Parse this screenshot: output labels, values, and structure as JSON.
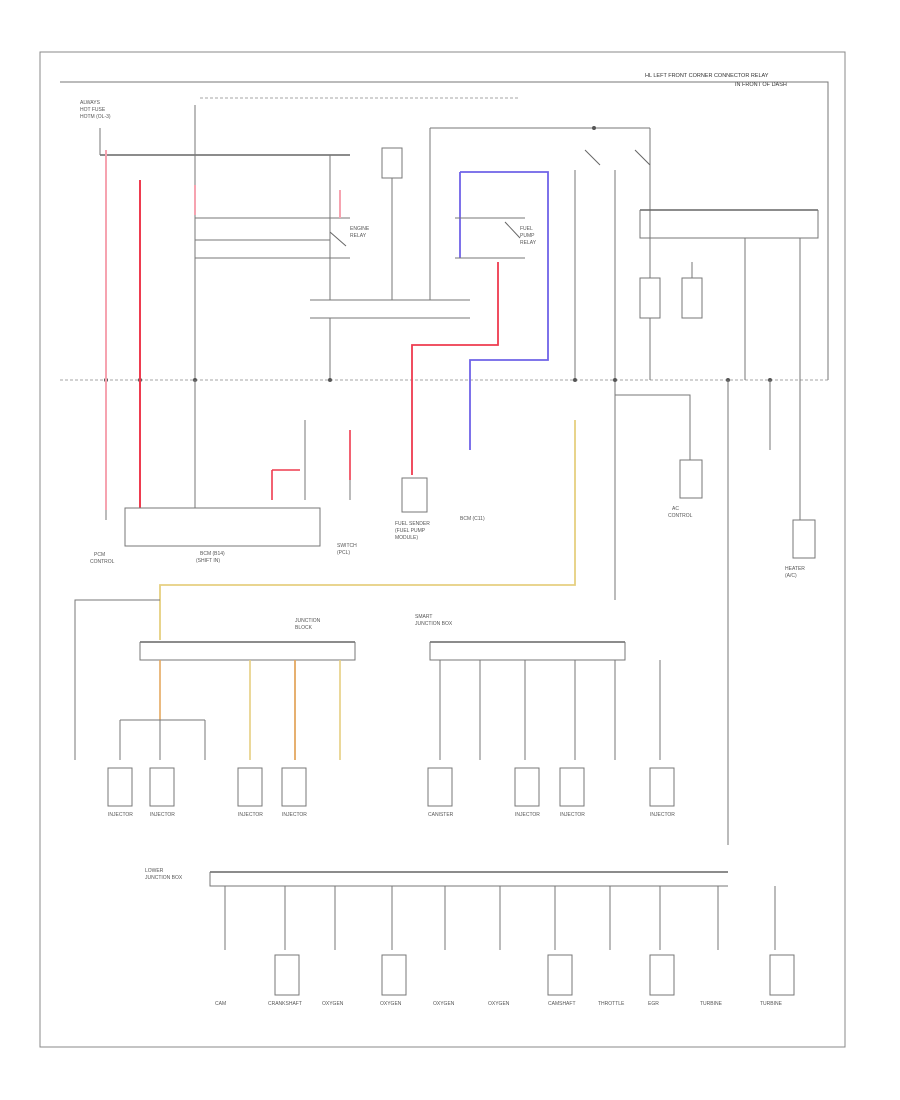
{
  "header": {
    "title_line1": "HL LEFT FRONT CORNER CONNECTOR RELAY",
    "title_line2": "IN FRONT OF DASH"
  },
  "footer": {
    "code": ""
  },
  "labels": {
    "top_left": "",
    "fuse_block": "",
    "fuse_relay_box": "",
    "smart_junction": "",
    "lower_junction": "",
    "fuel_sender": "FUEL SENDER"
  },
  "load_labels": [
    "",
    "",
    "",
    "",
    "",
    "",
    "",
    "",
    "",
    "",
    "",
    ""
  ],
  "colors": {
    "red": "#ee3b4f",
    "pink": "#f6a3b0",
    "blue": "#6f63e8",
    "yellow": "#e6cf80",
    "orange": "#e4a860",
    "line": "#777777"
  }
}
